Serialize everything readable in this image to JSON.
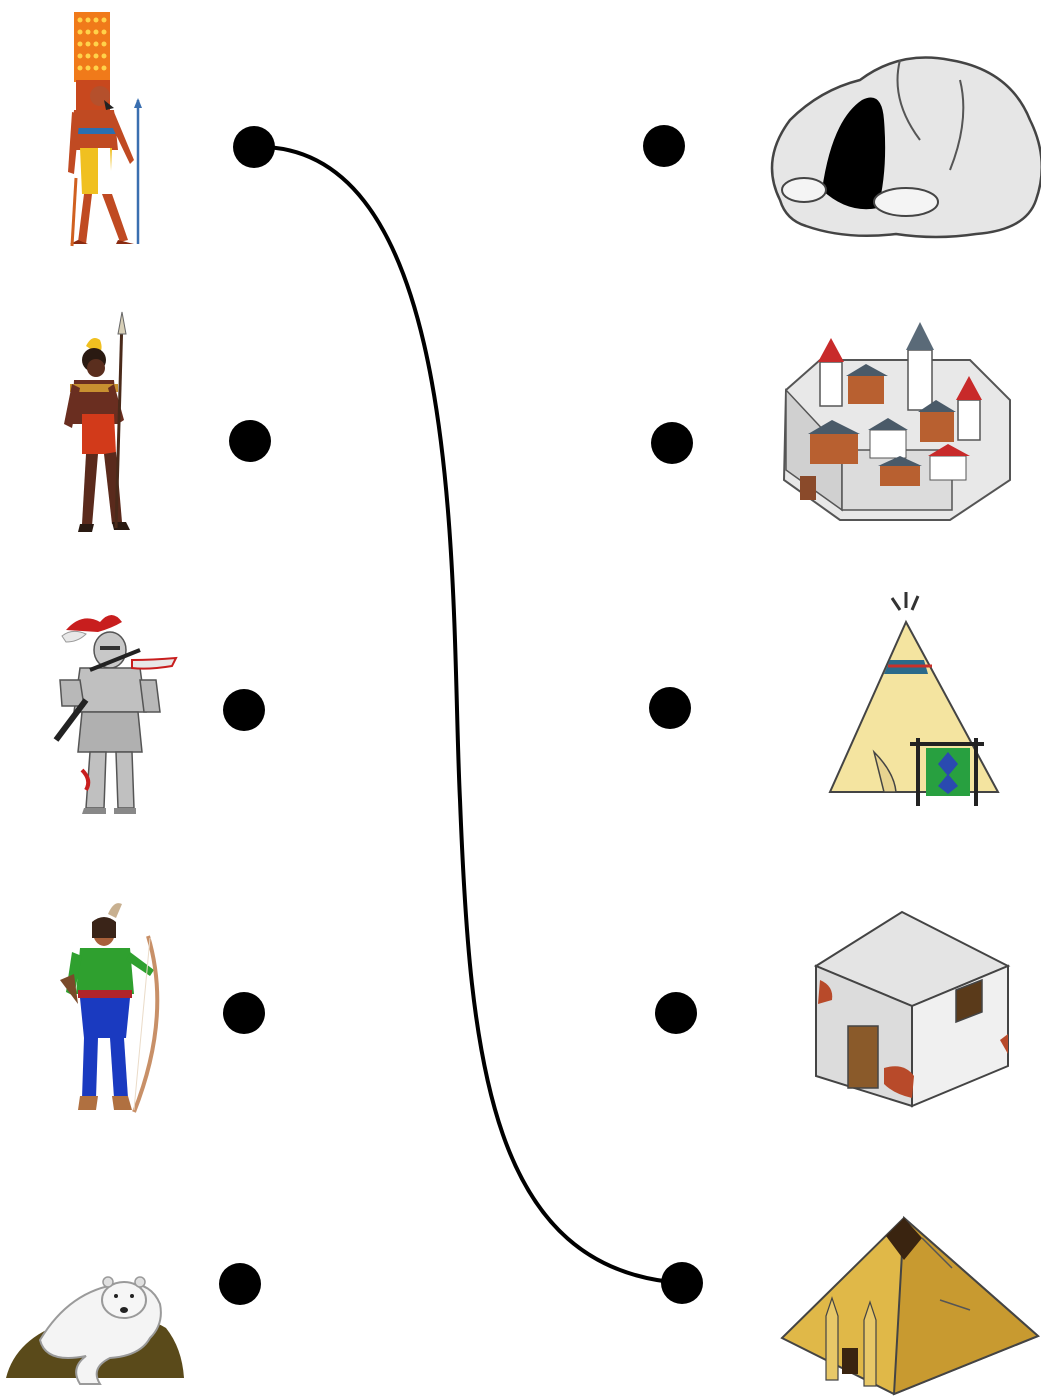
{
  "worksheet": {
    "type": "matching",
    "left_items": [
      {
        "id": "egyptian-pharaoh",
        "icon": "egyptian-pharaoh-icon"
      },
      {
        "id": "african-warrior",
        "icon": "african-warrior-icon"
      },
      {
        "id": "armored-knight",
        "icon": "armored-knight-icon"
      },
      {
        "id": "native-american-archer",
        "icon": "native-american-archer-icon"
      },
      {
        "id": "polar-bear",
        "icon": "polar-bear-icon"
      }
    ],
    "right_items": [
      {
        "id": "cave",
        "icon": "cave-icon"
      },
      {
        "id": "walled-town",
        "icon": "walled-town-icon"
      },
      {
        "id": "teepee",
        "icon": "teepee-icon"
      },
      {
        "id": "adobe-house",
        "icon": "adobe-house-icon"
      },
      {
        "id": "pyramid",
        "icon": "pyramid-icon"
      }
    ],
    "connections": [
      {
        "from": "egyptian-pharaoh",
        "to": "pyramid"
      }
    ]
  }
}
